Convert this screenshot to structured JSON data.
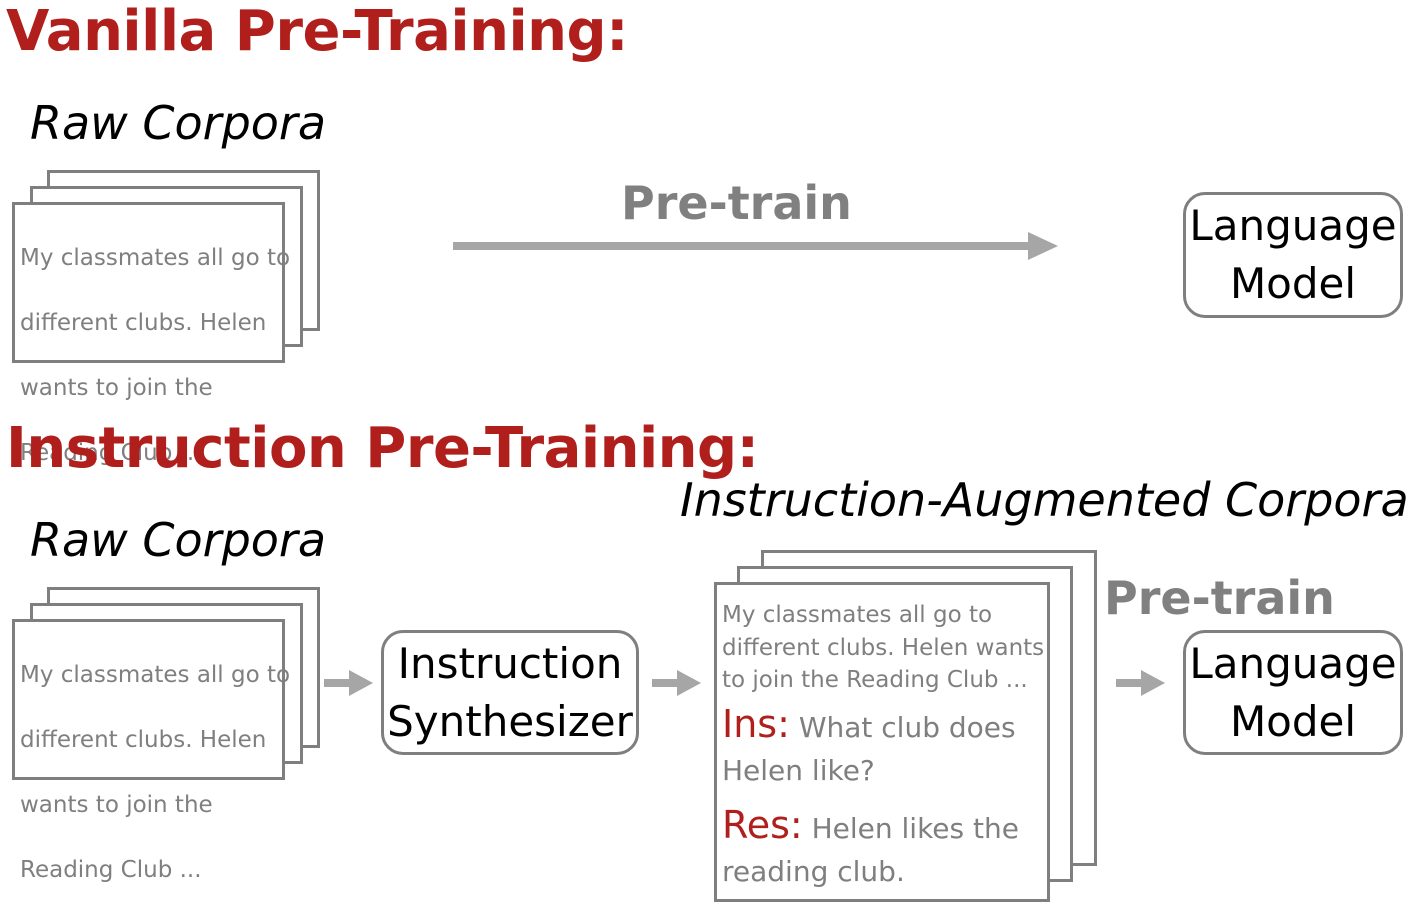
{
  "vanilla": {
    "title": "Vanilla Pre-Training:",
    "raw_corpora_label": "Raw Corpora",
    "doc_lines": [
      "My classmates all go to",
      "different clubs. Helen",
      "wants to join the",
      "Reading Club ..."
    ],
    "pretrain_label": "Pre-train",
    "lm_lines": [
      "Language",
      "Model"
    ]
  },
  "instruction": {
    "title": "Instruction Pre-Training:",
    "raw_corpora_label": "Raw Corpora",
    "doc_lines": [
      "My classmates all go to",
      "different clubs. Helen",
      "wants to join the",
      "Reading Club ..."
    ],
    "synth_lines": [
      "Instruction",
      "Synthesizer"
    ],
    "augmented_label": "Instruction-Augmented Corpora",
    "aug_doc_lines": [
      "My classmates all go to",
      "different clubs. Helen wants",
      "to join the Reading Club ..."
    ],
    "ins_tag": "Ins:",
    "ins_text_1": "What club does",
    "ins_text_2": "Helen like?",
    "res_tag": "Res:",
    "res_text_1": "Helen likes the",
    "res_text_2": "reading club.",
    "pretrain_label": "Pre-train",
    "lm_lines": [
      "Language",
      "Model"
    ]
  },
  "colors": {
    "title_red": "#b01f1c",
    "gray": "#7f7f7f",
    "arrow_gray": "#a6a6a6"
  }
}
